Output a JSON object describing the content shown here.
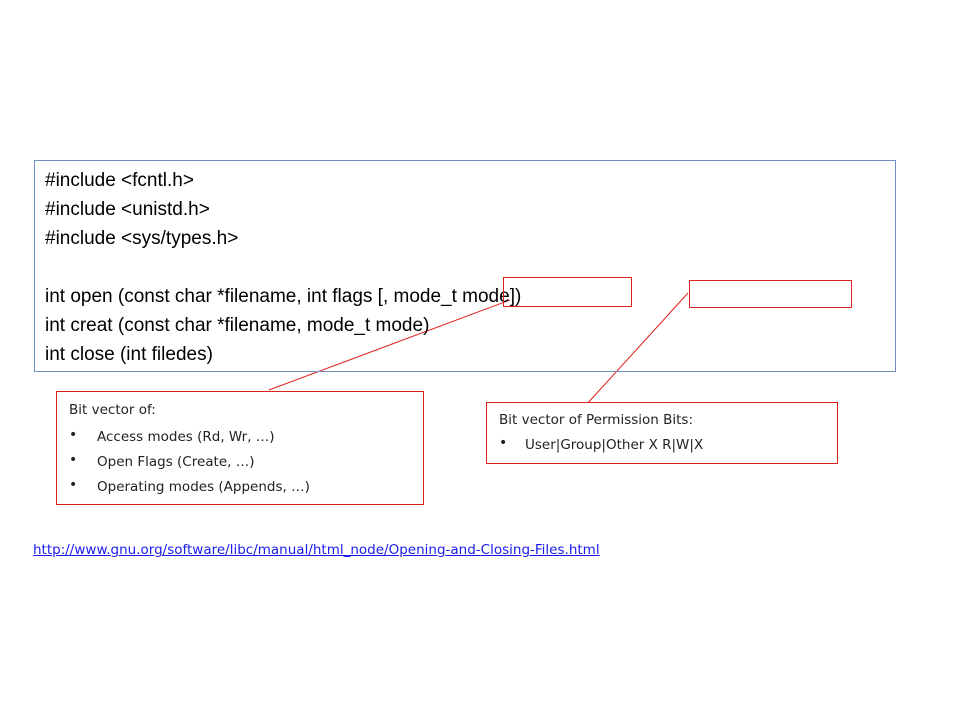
{
  "code": {
    "lines": [
      "#include <fcntl.h>",
      "#include <unistd.h>",
      "#include <sys/types.h>",
      "",
      "int open (const char *filename, int flags [, mode_t mode])",
      "int creat (const char *filename, mode_t mode)",
      "int close (int filedes)"
    ]
  },
  "flags_note": {
    "title": "Bit vector of:",
    "items": [
      "Access modes (Rd, Wr, …)",
      "Open Flags (Create, …)",
      "Operating modes (Appends, …)"
    ]
  },
  "perm_note": {
    "title": "Bit vector of Permission Bits:",
    "items": [
      "User|Group|Other  X R|W|X"
    ]
  },
  "link": {
    "text": "http://www.gnu.org/software/libc/manual/html_node/Opening-and-Closing-Files.html"
  },
  "colors": {
    "code_border": "#6f8fc0",
    "annotation_red": "#d9221a",
    "link_blue": "#1a1aee"
  }
}
